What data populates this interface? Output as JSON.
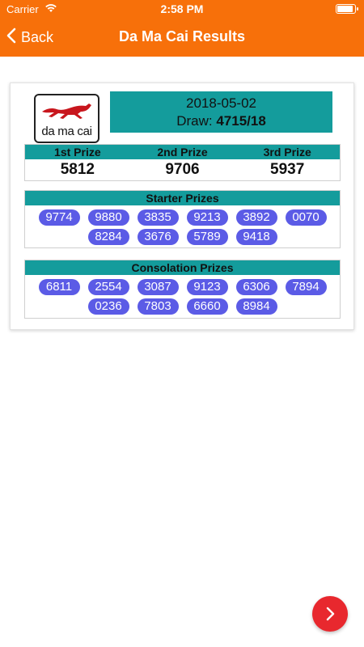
{
  "status_bar": {
    "carrier": "Carrier",
    "time": "2:58 PM",
    "battery_level": 0.95
  },
  "nav": {
    "back_label": "Back",
    "title": "Da Ma Cai Results"
  },
  "logo": {
    "text": "da ma cai"
  },
  "draw": {
    "date": "2018-05-02",
    "draw_label": "Draw:",
    "draw_number": "4715/18"
  },
  "prizes": [
    {
      "label": "1st Prize",
      "value": "5812"
    },
    {
      "label": "2nd Prize",
      "value": "9706"
    },
    {
      "label": "3rd Prize",
      "value": "5937"
    }
  ],
  "starter": {
    "title": "Starter Prizes",
    "numbers": [
      "9774",
      "9880",
      "3835",
      "9213",
      "3892",
      "0070",
      "8284",
      "3676",
      "5789",
      "9418"
    ]
  },
  "consolation": {
    "title": "Consolation Prizes",
    "numbers": [
      "6811",
      "2554",
      "3087",
      "9123",
      "6306",
      "7894",
      "0236",
      "7803",
      "6660",
      "8984"
    ]
  },
  "colors": {
    "nav_bar": "#f7700a",
    "header_band": "#149c9c",
    "pill": "#5b5be6",
    "fab": "#e8282e"
  },
  "icons": {
    "back": "chevron-left-icon",
    "fab": "chevron-right-icon",
    "wifi": "wifi-icon",
    "battery": "battery-icon"
  }
}
